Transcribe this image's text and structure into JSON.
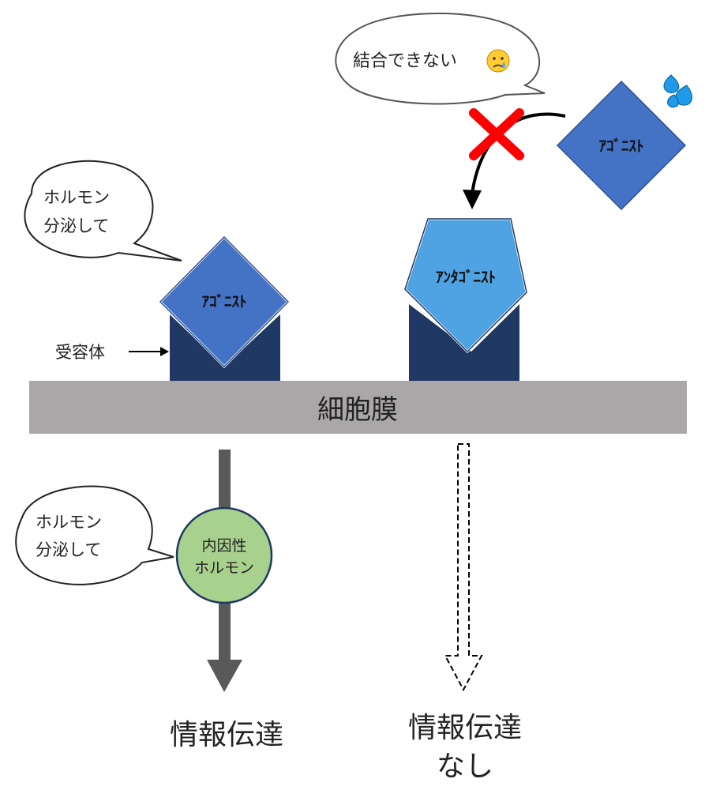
{
  "membrane": {
    "label": "細胞膜",
    "color": "#a9a7a7"
  },
  "receptor": {
    "label": "受容体",
    "color": "#1f3864"
  },
  "agonist_bound": {
    "label": "ｱｺﾞﾆｽﾄ",
    "color": "#4472c4"
  },
  "agonist_blocked": {
    "label": "ｱｺﾞﾆｽﾄ",
    "color": "#4472c4"
  },
  "antagonist": {
    "label": "ｱﾝﾀｺﾞﾆｽﾄ",
    "color": "#4fa3e3"
  },
  "bubble_top_left": {
    "line1": "ホルモン",
    "line2": "分泌して"
  },
  "bubble_bottom_left": {
    "line1": "ホルモン",
    "line2": "分泌して"
  },
  "bubble_top_right": {
    "text": "結合できない"
  },
  "hormone": {
    "line1": "内因性",
    "line2": "ホルモン",
    "color": "#a9d18e"
  },
  "outcome_left": {
    "label": "情報伝達"
  },
  "outcome_right": {
    "line1": "情報伝達",
    "line2": "なし"
  },
  "colors": {
    "signal_arrow": "#595959",
    "block_x": "#ff0000",
    "sweat": "#1e9be8"
  },
  "icons": [
    "crying-face-icon",
    "sweat-drops-icon",
    "cross-mark-icon"
  ]
}
